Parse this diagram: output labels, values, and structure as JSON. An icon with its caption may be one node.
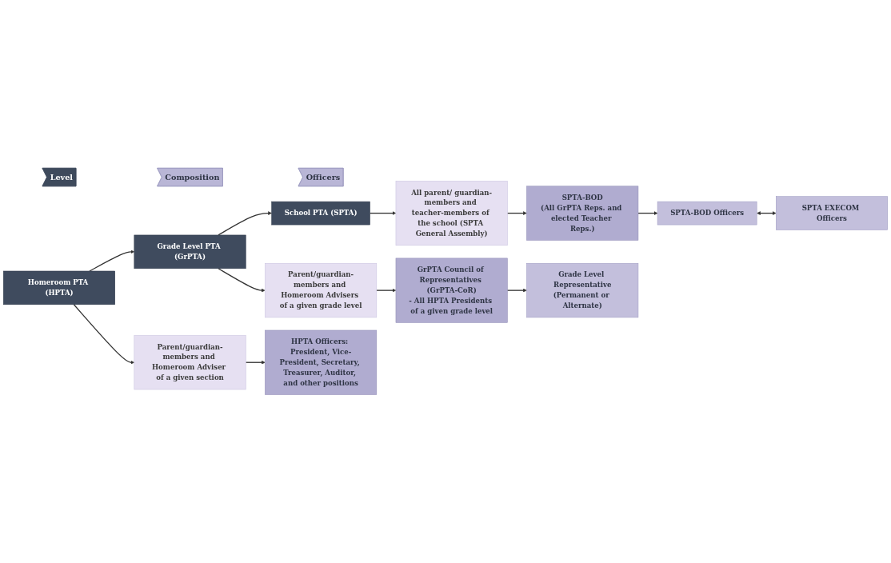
{
  "diagram": {
    "nodes": [
      {
        "text": [
          "Level"
        ]
      },
      {
        "text": [
          "Composition"
        ]
      },
      {
        "text": [
          "Officers"
        ]
      },
      {
        "text": [
          "School PTA (SPTA)"
        ]
      },
      {
        "text": [
          "All parent/ guardian-members and teacher-members of the school (SPTA General Assembly)"
        ]
      },
      {
        "text": [
          "SPTA-BOD",
          "(All GrPTA Reps. and elected Teacher Reps.)"
        ]
      },
      {
        "text": [
          "SPTA EXECOM Officers"
        ]
      },
      {
        "text": [
          "SPTA-BOD Officers"
        ]
      },
      {
        "text": [
          "Grade Level PTA (GrPTA)"
        ]
      },
      {
        "text": [
          "Parent/guardian-members and Homeroom Advisers of a given grade level"
        ]
      },
      {
        "text": [
          "GrPTA Council of Representatives (GrPTA-CoR)",
          "- All HPTA Presidents of a given grade level"
        ]
      },
      {
        "text": [
          "Grade Level Representative",
          "(Permanent or Alternate)"
        ]
      },
      {
        "text": [
          "Homeroom PTA (HPTA)"
        ]
      },
      {
        "text": [
          "Parent/guardian-members and Homeroom Adviser of a given section"
        ]
      },
      {
        "text": [
          "HPTA Officers: President, Vice-President, Secretary, Treasurer, Auditor, and other positions"
        ]
      }
    ],
    "edges": [
      {
        "from": 3,
        "to": 4,
        "arrow": "to"
      },
      {
        "from": 4,
        "to": 5,
        "arrow": "to"
      },
      {
        "from": 5,
        "to": 7,
        "arrow": "to"
      },
      {
        "from": 7,
        "to": 6,
        "arrow": "both"
      },
      {
        "from": 8,
        "to": 3,
        "arrow": "to"
      },
      {
        "from": 8,
        "to": 9,
        "arrow": "to"
      },
      {
        "from": 9,
        "to": 10,
        "arrow": "to"
      },
      {
        "from": 10,
        "to": 11,
        "arrow": "to"
      },
      {
        "from": 12,
        "to": 8,
        "arrow": "to"
      },
      {
        "from": 12,
        "to": 13,
        "arrow": "to"
      },
      {
        "from": 13,
        "to": 14,
        "arrow": "to"
      }
    ]
  }
}
